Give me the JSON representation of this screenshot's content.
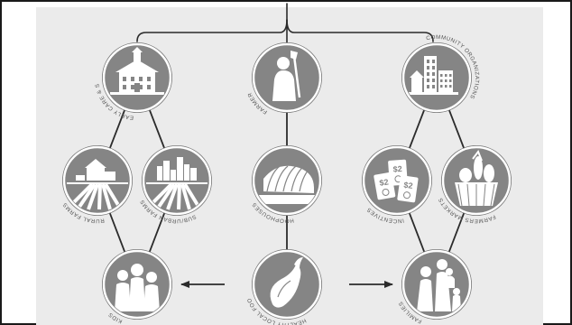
{
  "colors": {
    "panel": "#ebebeb",
    "outer_border": "#1a1a1a",
    "node_fill": "#858585",
    "node_ring": "#ffffff",
    "node_outline": "#777777",
    "line": "#2b2b2b",
    "label": "#555555"
  },
  "nodes": [
    {
      "id": "schools",
      "label": "EARLY CARE & SCHOOLS",
      "icon": "school-building-icon"
    },
    {
      "id": "farmers",
      "label": "FARMERS",
      "icon": "farmer-with-shovel-icon"
    },
    {
      "id": "community",
      "label": "COMMUNITY ORGANIZATIONS",
      "icon": "city-buildings-icon"
    },
    {
      "id": "rural",
      "label": "RURAL FARMS",
      "icon": "barn-fields-icon"
    },
    {
      "id": "suburban",
      "label": "SUB/URBAN FARMS",
      "icon": "city-fields-icon"
    },
    {
      "id": "hoophouses",
      "label": "HOOPHOUSES",
      "icon": "hoophouse-icon"
    },
    {
      "id": "incentives",
      "label": "INCENTIVES",
      "icon": "dollar-coupons-icon",
      "coupon_texts": [
        "$2",
        "$2",
        "$2"
      ]
    },
    {
      "id": "markets",
      "label": "FARMERS MARKETS",
      "icon": "produce-basket-icon"
    },
    {
      "id": "kids",
      "label": "KIDS",
      "icon": "children-icon"
    },
    {
      "id": "local_foods",
      "label": "HEALTHY LOCAL FOODS",
      "icon": "eggplant-icon"
    },
    {
      "id": "families",
      "label": "FAMILIES",
      "icon": "family-icon"
    }
  ],
  "edges": [
    {
      "from": "schools",
      "to": "rural"
    },
    {
      "from": "schools",
      "to": "suburban"
    },
    {
      "from": "rural",
      "to": "kids"
    },
    {
      "from": "suburban",
      "to": "kids"
    },
    {
      "from": "farmers",
      "to": "hoophouses"
    },
    {
      "from": "hoophouses",
      "to": "local_foods"
    },
    {
      "from": "community",
      "to": "incentives"
    },
    {
      "from": "community",
      "to": "markets"
    },
    {
      "from": "incentives",
      "to": "families"
    },
    {
      "from": "markets",
      "to": "families"
    }
  ],
  "arrows": [
    {
      "from": "local_foods",
      "to": "kids"
    },
    {
      "from": "local_foods",
      "to": "families"
    }
  ]
}
